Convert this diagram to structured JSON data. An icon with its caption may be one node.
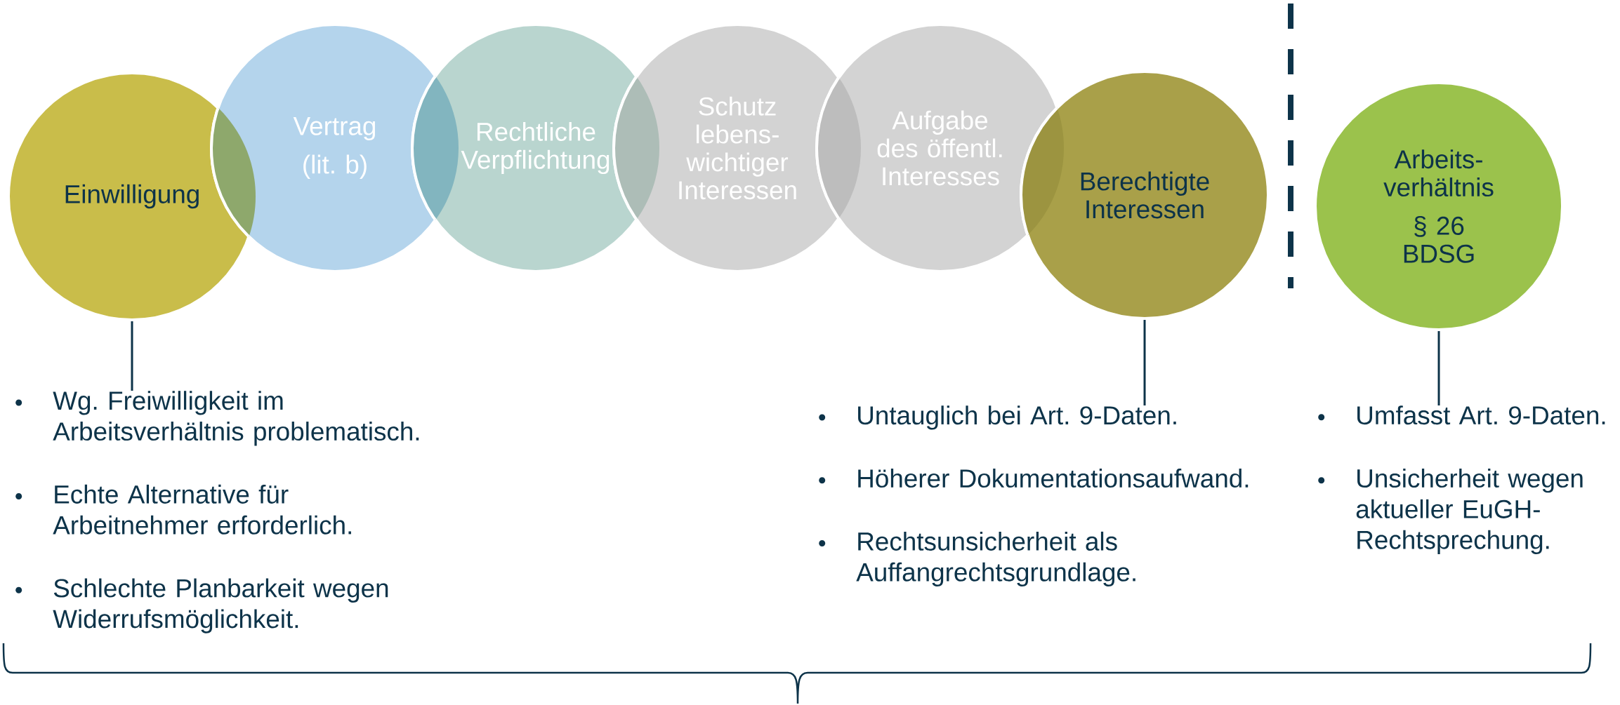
{
  "diagram": {
    "nodes": [
      {
        "text": [
          "Einwilligung"
        ]
      },
      {
        "text": [
          "Vertrag",
          "(lit. b)"
        ]
      },
      {
        "text": [
          "Rechtliche Verpflichtung"
        ]
      },
      {
        "text": [
          "Schutz lebens- wichtiger Interessen"
        ]
      },
      {
        "text": [
          "Aufgabe des öffentl. Interesses"
        ]
      },
      {
        "text": [
          "Berechtigte Interessen"
        ]
      },
      {
        "text": [
          "Arbeits- verhältnis",
          "§ 26 BDSG"
        ]
      },
      {
        "text": [
          "Wg. Freiwilligkeit im Arbeitsverhältnis problematisch.",
          "Echte Alternative für Arbeitnehmer erforderlich.",
          "Schlechte Planbarkeit wegen Widerrufsmöglichkeit."
        ]
      },
      {
        "text": [
          "Untauglich bei Art. 9-Daten.",
          "Höherer Dokumentationsaufwand.",
          "Rechtsunsicherheit als Auffangrechtsgrundlage."
        ]
      },
      {
        "text": [
          "Umfasst Art. 9-Daten.",
          "Unsicherheit wegen aktueller EuGH-Rechtsprechung."
        ]
      }
    ],
    "edges": [
      {
        "from": 0,
        "to": 7,
        "arrow": "none"
      },
      {
        "from": 5,
        "to": 8,
        "arrow": "none"
      },
      {
        "from": 6,
        "to": 9,
        "arrow": "none"
      }
    ]
  }
}
